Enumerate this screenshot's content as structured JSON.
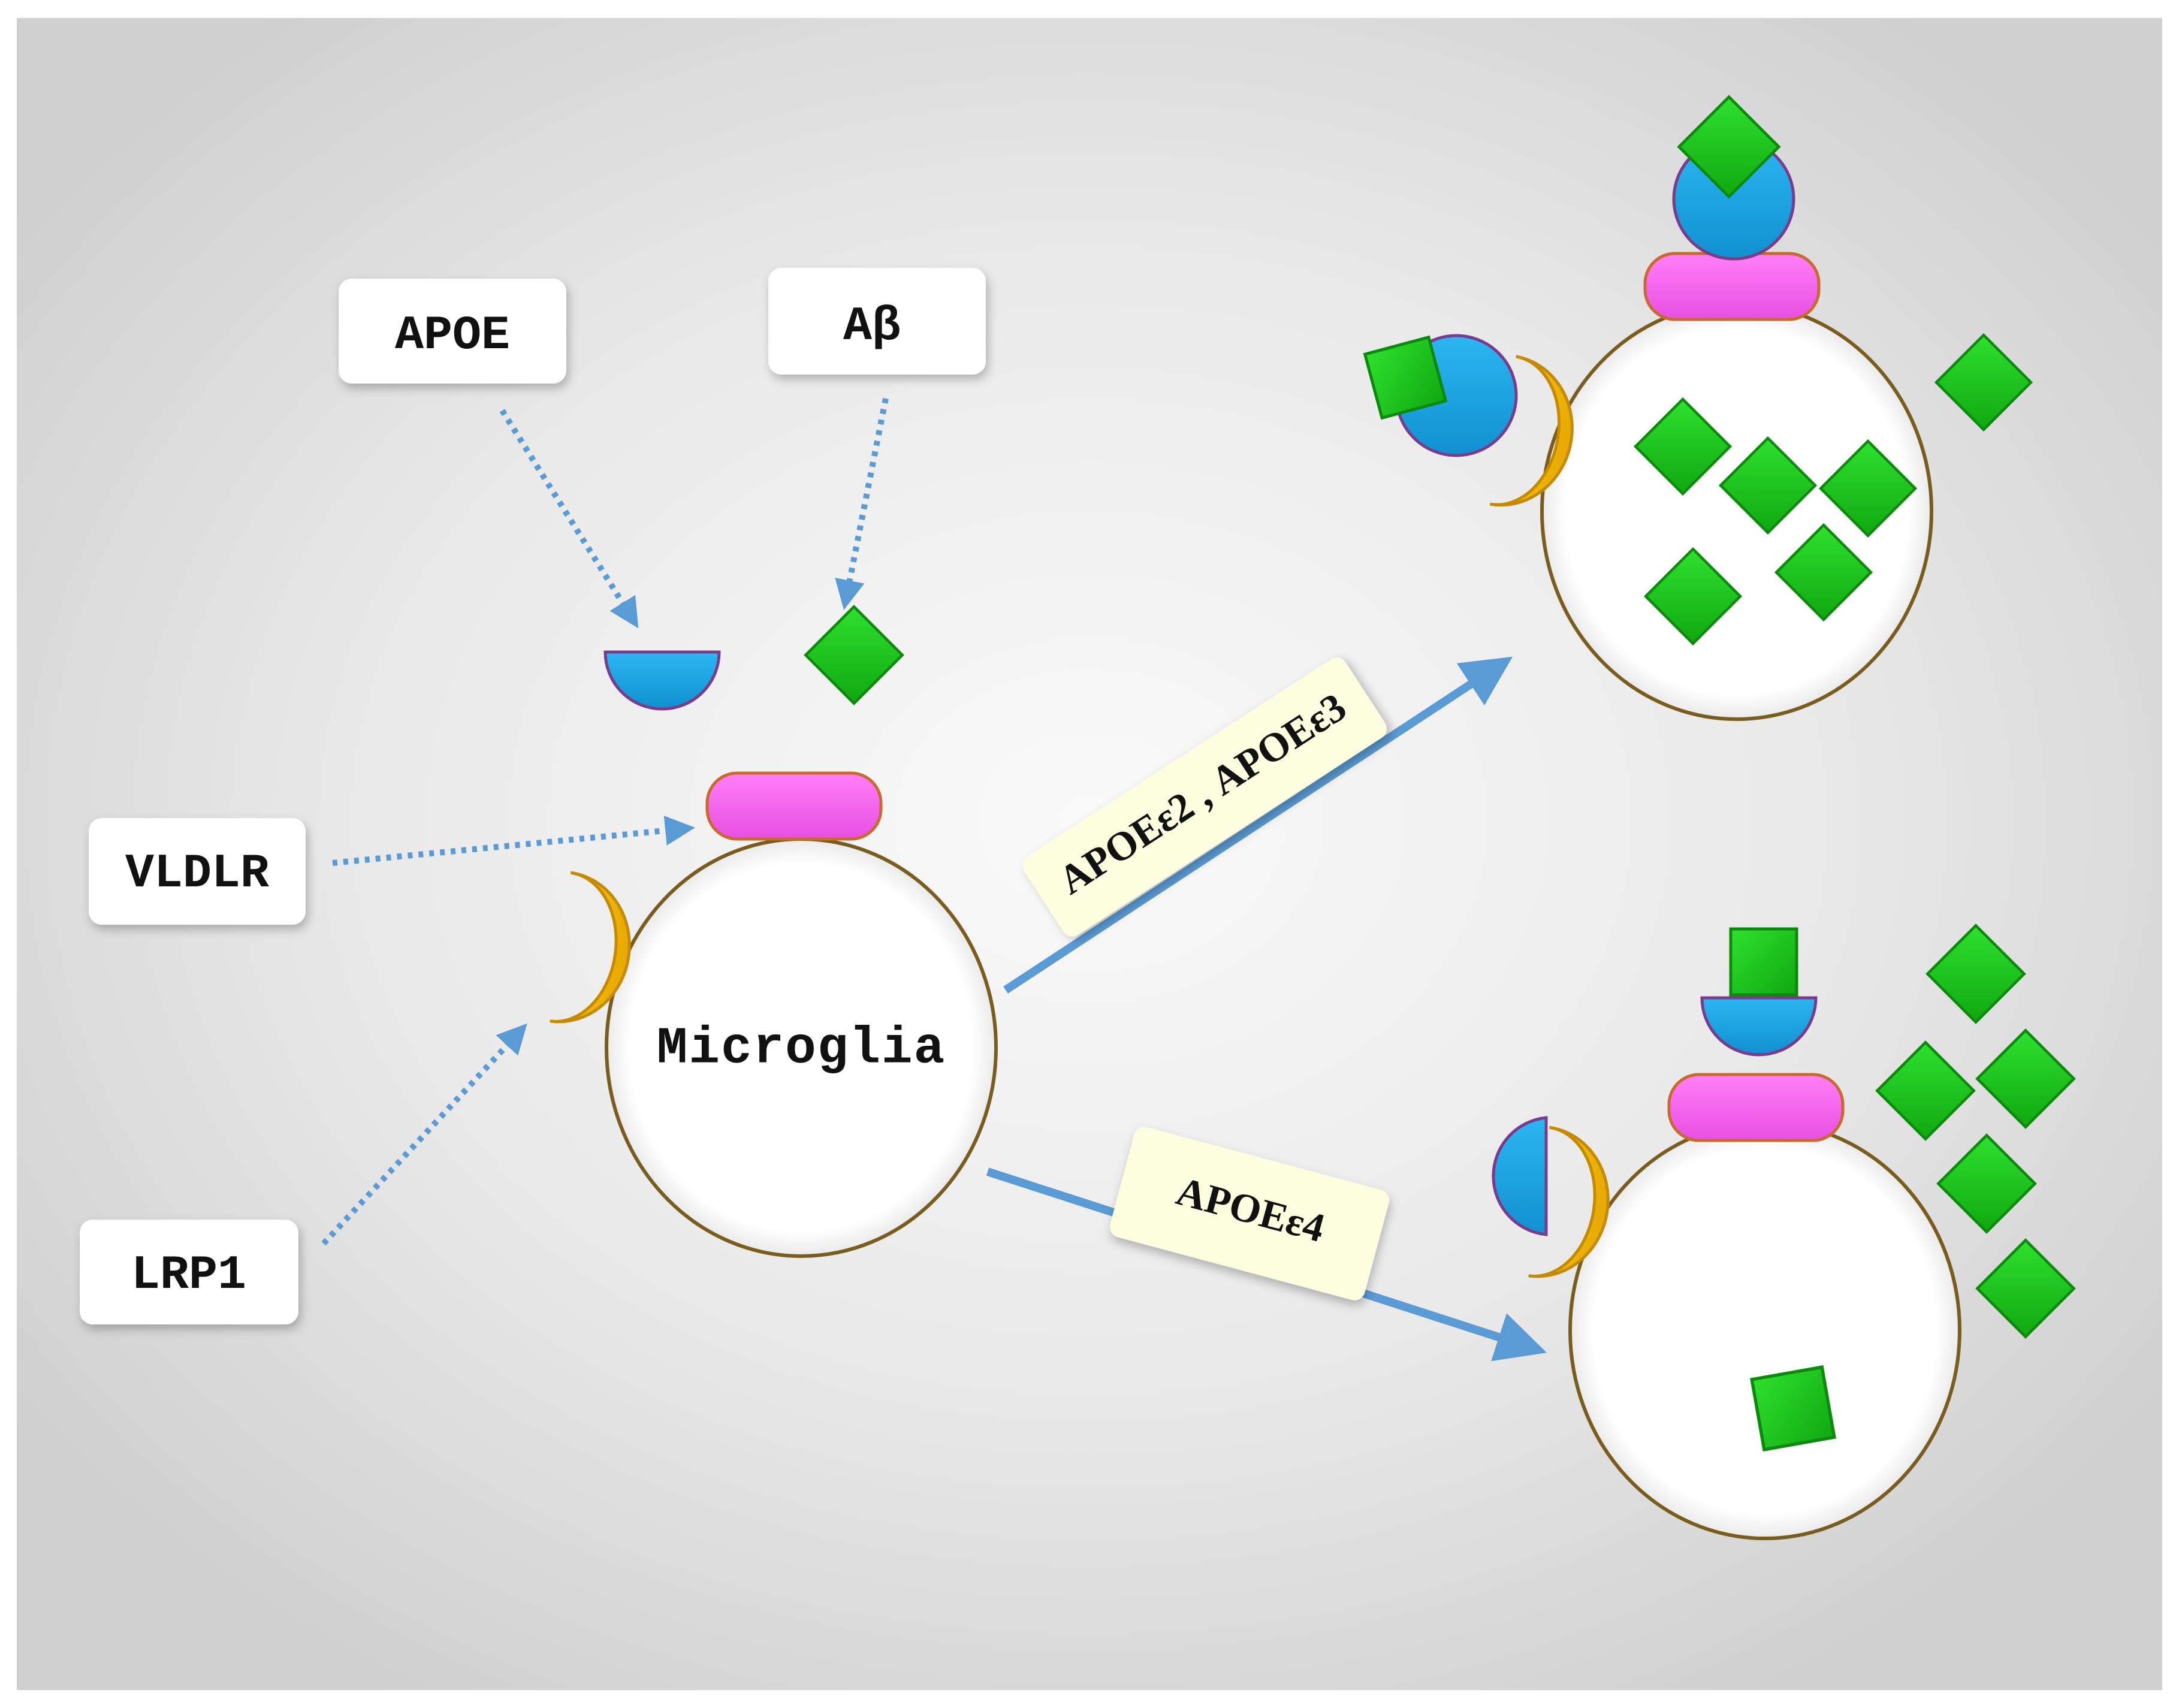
{
  "labels": {
    "apoe": "APOE",
    "abeta": "Aβ",
    "vldlr": "VLDLR",
    "lrp1": "LRP1",
    "microglia": "Microglia",
    "path_upper": "APOEε2 , APOEε3",
    "path_lower": "APOEε4"
  },
  "colors": {
    "background_center": "#fafafa",
    "background_edge": "#cfcfcf",
    "cell_fill": "#ffffff",
    "cell_stroke": "#7a5c1e",
    "apoe_blue": "#1ea7e6",
    "abeta_green": "#19c819",
    "vldlr_pink": "#f45fef",
    "lrp1_yellow": "#f5b800",
    "arrow_blue": "#5b9bd5",
    "pathway_label_bg": "#fdfde0"
  },
  "icons": {
    "apoe": "half-disc",
    "abeta": "diamond",
    "vldlr": "rounded-bar",
    "lrp1": "crescent"
  }
}
